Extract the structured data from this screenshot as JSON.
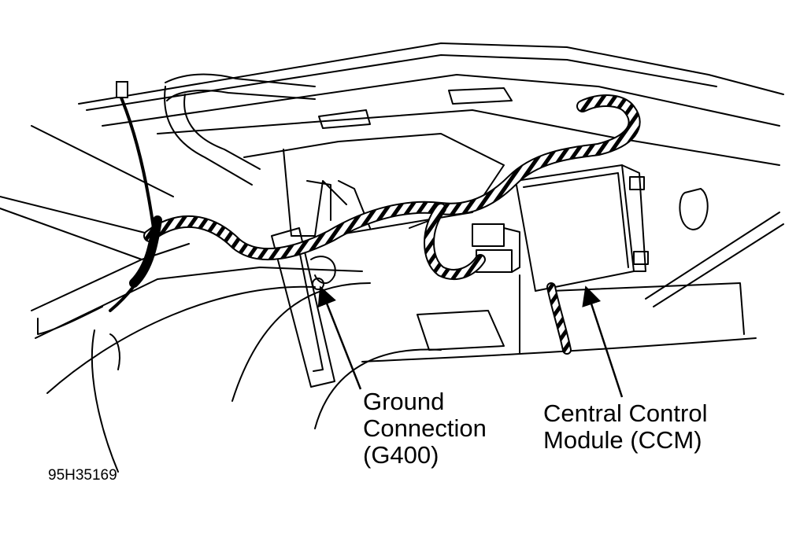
{
  "labels": {
    "ground": [
      "Ground",
      "Connection",
      "(G400)"
    ],
    "ccm": [
      "Central Control",
      "Module (CCM)"
    ]
  },
  "figure_id": "95H35169",
  "colors": {
    "ink": "#000000",
    "paper": "#ffffff"
  }
}
